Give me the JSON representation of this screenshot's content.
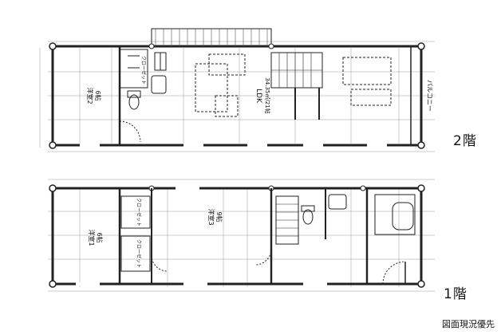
{
  "floors": [
    {
      "label": "2階",
      "rooms": {
        "western_room": "洋室2",
        "western_size": "6帖",
        "closet_a": "クローゼット",
        "ldk": "LDK",
        "ldk_size": "34.35㎡/21帖",
        "balcony": "バルコニー"
      }
    },
    {
      "label": "1階",
      "rooms": {
        "room_left": "洋室1",
        "room_left_size": "6帖",
        "closet_b": "クローゼット",
        "closet_c": "クローゼット",
        "room_mid": "洋室3",
        "room_mid_size": "9帖"
      }
    }
  ],
  "note": "図面現況優先"
}
